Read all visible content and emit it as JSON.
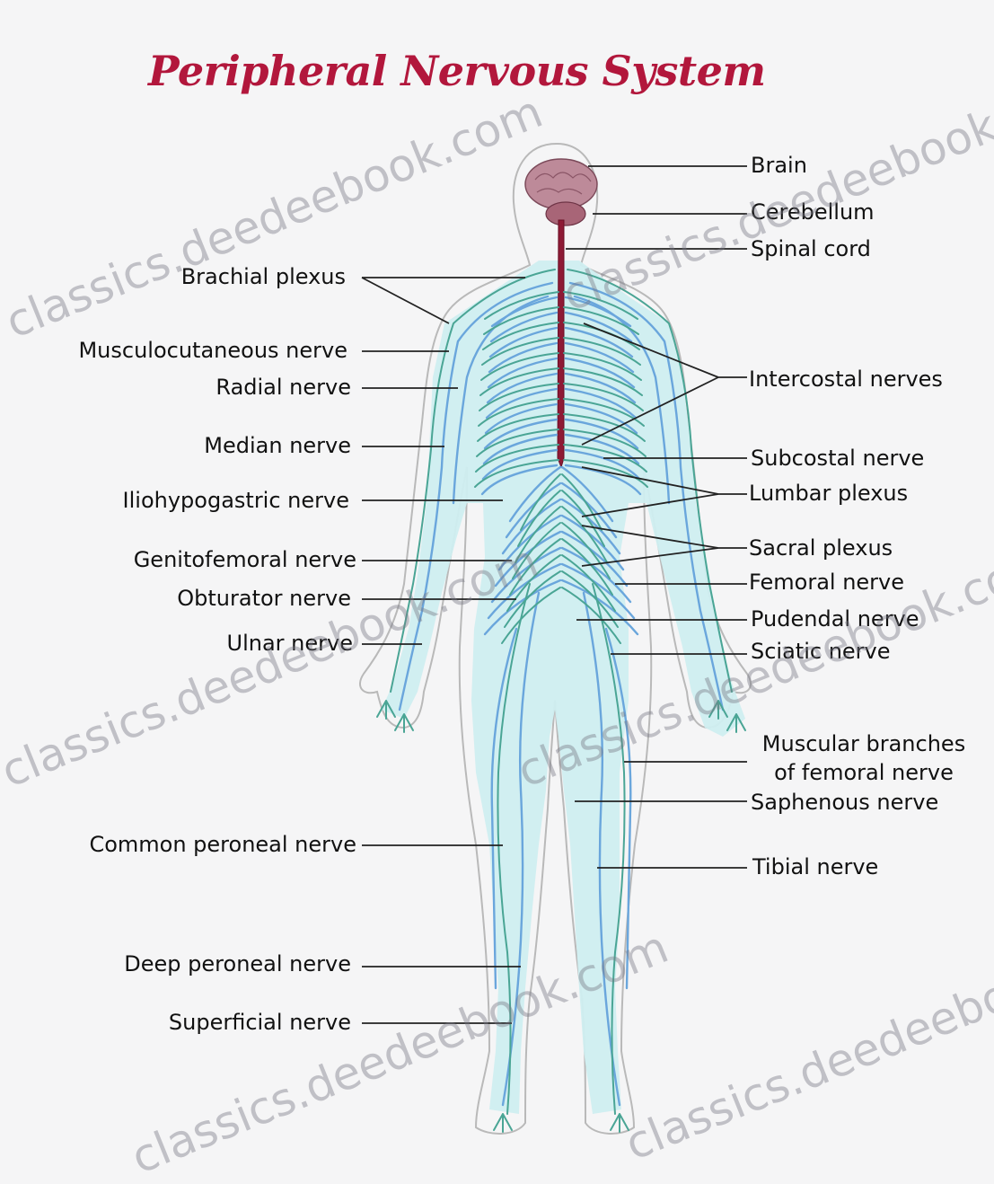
{
  "title": "Peripheral Nervous System",
  "colors": {
    "title": "#b2173c",
    "nerve_fill": "#cfeef0",
    "nerve_blue": "#6aa6dc",
    "nerve_green": "#4aa595",
    "spinal_cord": "#8e1a35",
    "brain": "#b57b8c",
    "body_outline": "#b8b8b8",
    "leader_line": "#222222"
  },
  "labels_left": [
    {
      "id": "brachial-plexus",
      "text": "Brachial plexus"
    },
    {
      "id": "musculocutaneous-nerve",
      "text": "Musculocutaneous nerve"
    },
    {
      "id": "radial-nerve",
      "text": "Radial nerve"
    },
    {
      "id": "median-nerve",
      "text": "Median nerve"
    },
    {
      "id": "iliohypogastric-nerve",
      "text": "Iliohypogastric nerve"
    },
    {
      "id": "genitofemoral-nerve",
      "text": "Genitofemoral nerve"
    },
    {
      "id": "obturator-nerve",
      "text": "Obturator nerve"
    },
    {
      "id": "ulnar-nerve",
      "text": "Ulnar nerve"
    },
    {
      "id": "common-peroneal-nerve",
      "text": "Common peroneal nerve"
    },
    {
      "id": "deep-peroneal-nerve",
      "text": "Deep peroneal nerve"
    },
    {
      "id": "superficial-nerve",
      "text": "Superficial nerve"
    }
  ],
  "labels_right": [
    {
      "id": "brain",
      "text": "Brain"
    },
    {
      "id": "cerebellum",
      "text": "Cerebellum"
    },
    {
      "id": "spinal-cord",
      "text": "Spinal cord"
    },
    {
      "id": "intercostal-nerves",
      "text": "Intercostal nerves"
    },
    {
      "id": "subcostal-nerve",
      "text": "Subcostal nerve"
    },
    {
      "id": "lumbar-plexus",
      "text": "Lumbar plexus"
    },
    {
      "id": "sacral-plexus",
      "text": "Sacral plexus"
    },
    {
      "id": "femoral-nerve",
      "text": "Femoral nerve"
    },
    {
      "id": "pudendal-nerve",
      "text": "Pudendal nerve"
    },
    {
      "id": "sciatic-nerve",
      "text": "Sciatic nerve"
    },
    {
      "id": "muscular-branches-line1",
      "text": "Muscular branches"
    },
    {
      "id": "muscular-branches-line2",
      "text": "of femoral nerve"
    },
    {
      "id": "saphenous-nerve",
      "text": "Saphenous nerve"
    },
    {
      "id": "tibial-nerve",
      "text": "Tibial nerve"
    }
  ],
  "watermark": "classics.deedeebook.com"
}
